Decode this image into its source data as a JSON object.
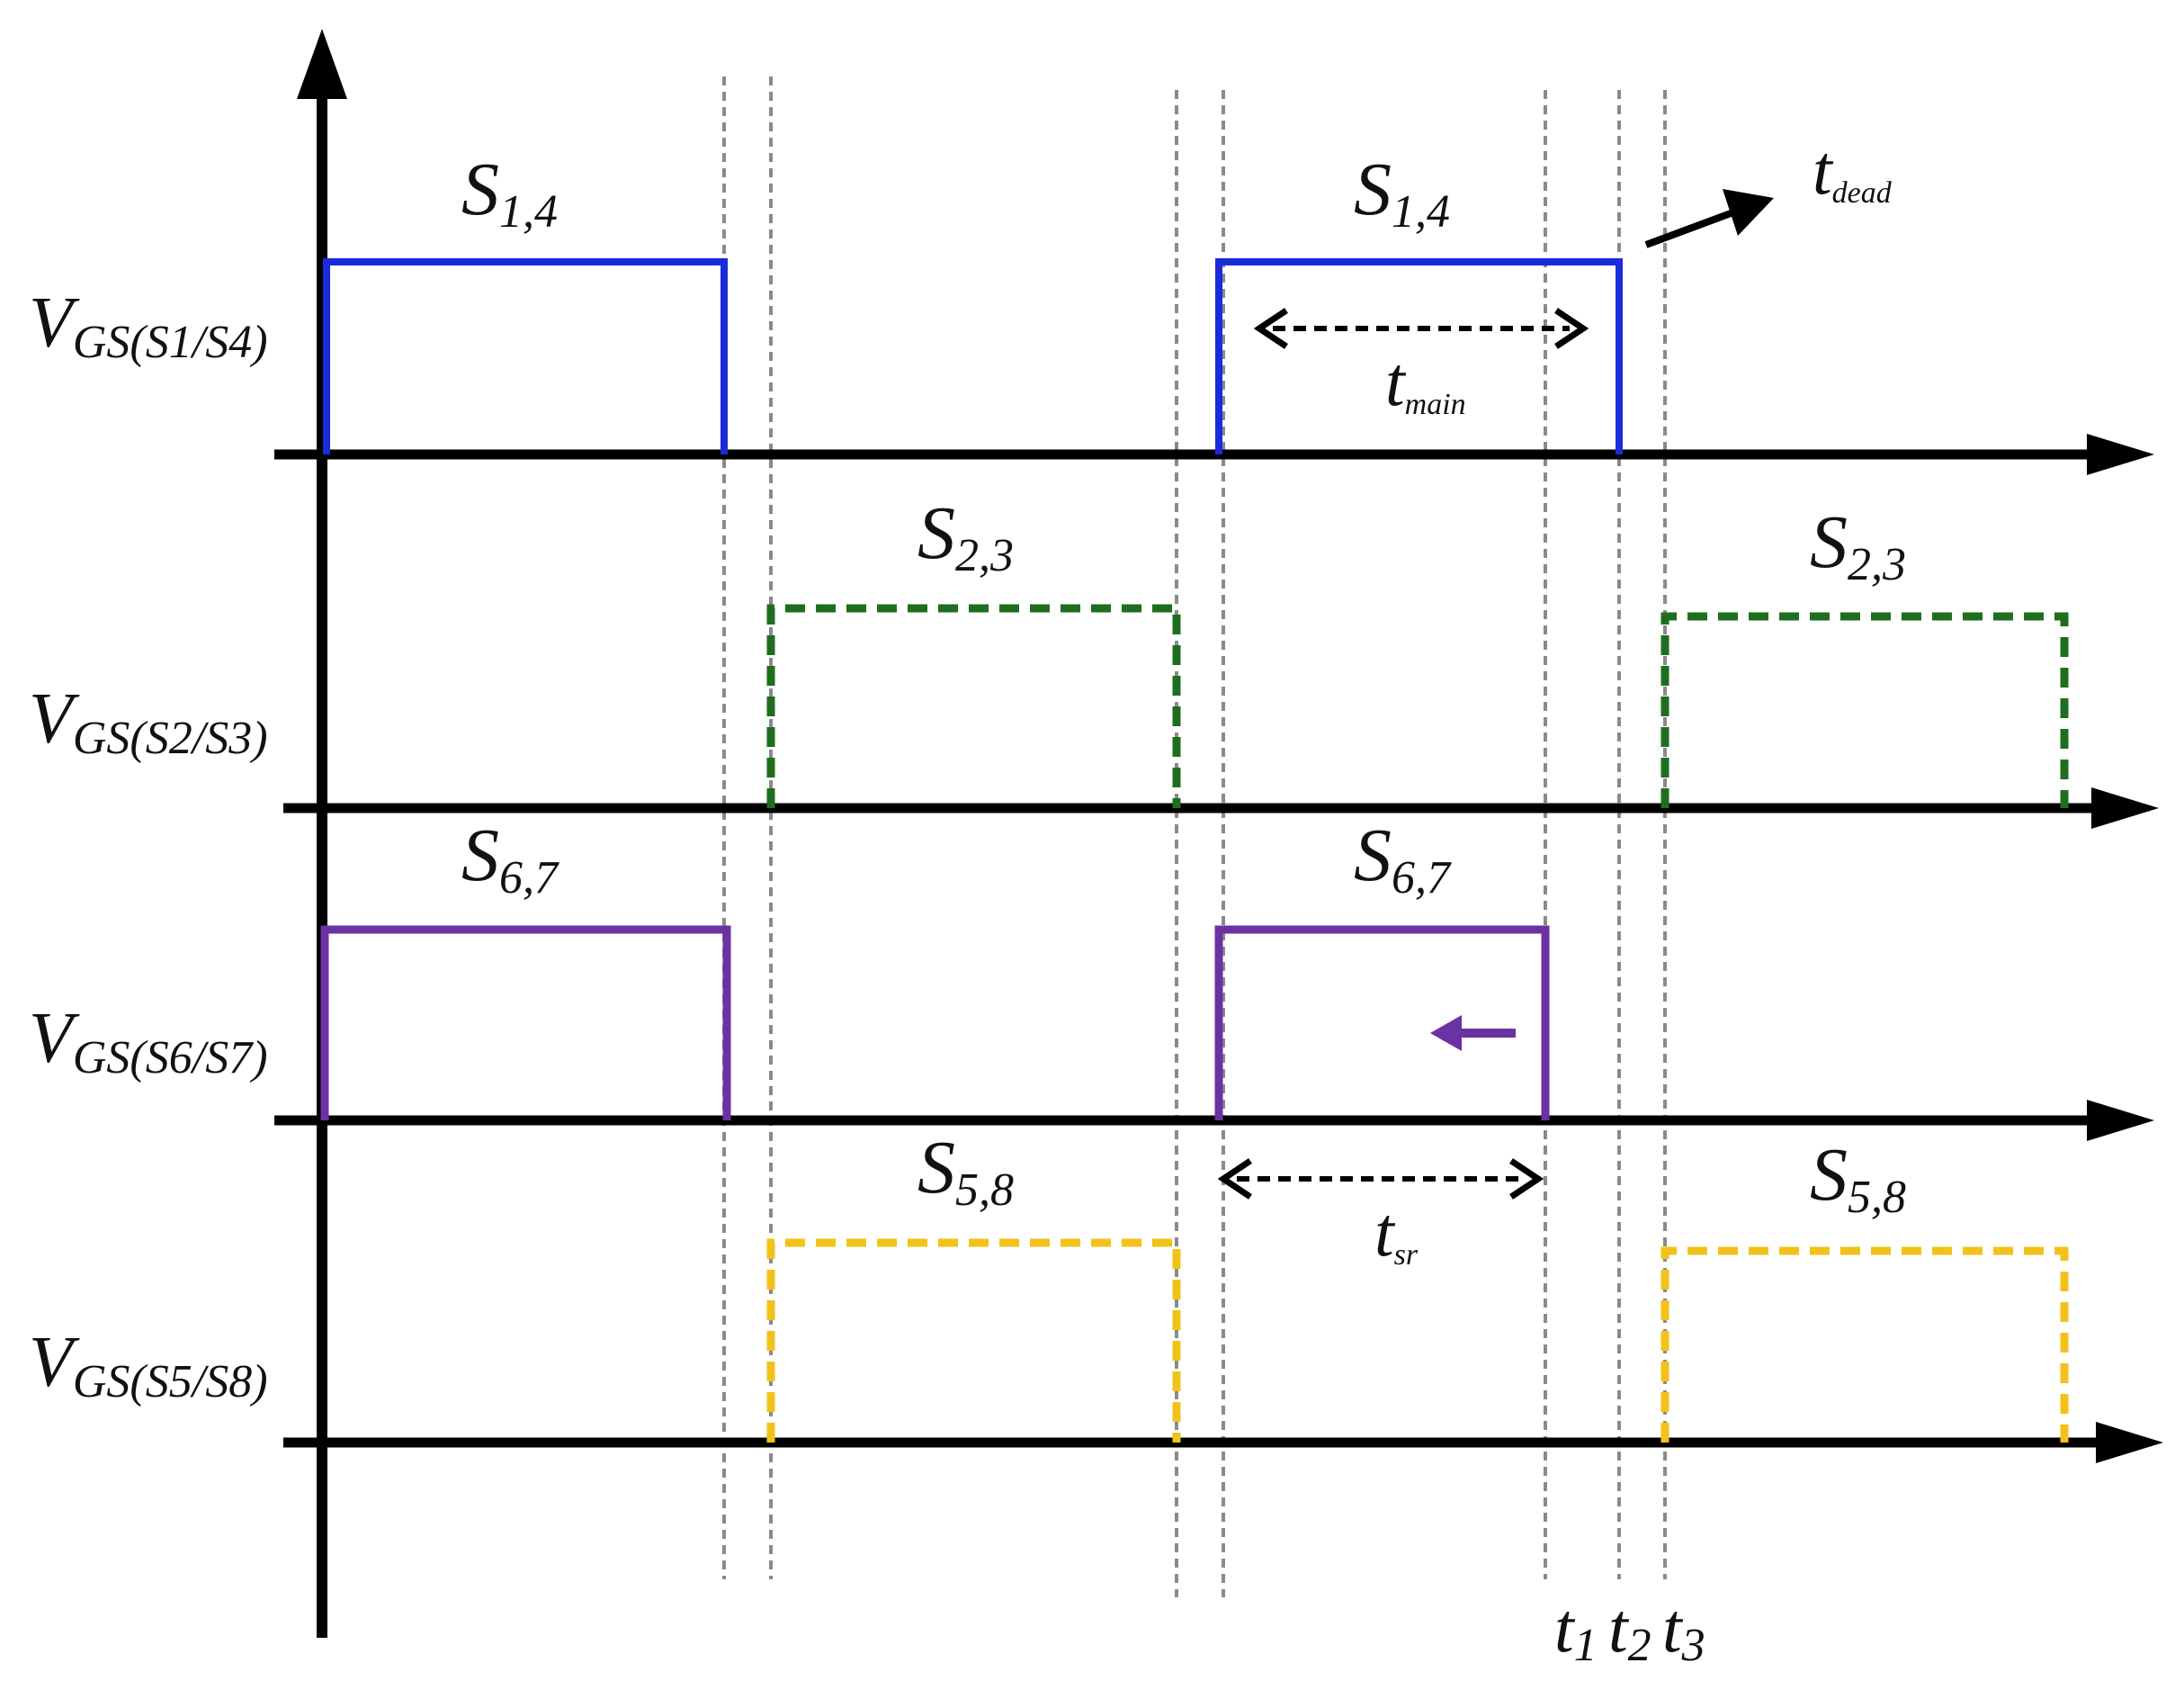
{
  "colors": {
    "axis": "#000000",
    "s14": "#1a2bd9",
    "s23": "#1f6e1f",
    "s67": "#6a32a3",
    "s58": "#f2c21a",
    "guide": "#8a8a8a"
  },
  "rows": [
    {
      "v_main": "V",
      "v_sub": "GS(S1/S4)"
    },
    {
      "v_main": "V",
      "v_sub": "GS(S2/S3)"
    },
    {
      "v_main": "V",
      "v_sub": "GS(S6/S7)"
    },
    {
      "v_main": "V",
      "v_sub": "GS(S5/S8)"
    }
  ],
  "pulses": {
    "s14_a": {
      "main": "S",
      "sub": "1,4"
    },
    "s14_b": {
      "main": "S",
      "sub": "1,4"
    },
    "s23_a": {
      "main": "S",
      "sub": "2,3"
    },
    "s23_b": {
      "main": "S",
      "sub": "2,3"
    },
    "s67_a": {
      "main": "S",
      "sub": "6,7"
    },
    "s67_b": {
      "main": "S",
      "sub": "6,7"
    },
    "s58_a": {
      "main": "S",
      "sub": "5,8"
    },
    "s58_b": {
      "main": "S",
      "sub": "5,8"
    }
  },
  "intervals": {
    "dead": {
      "main": "t",
      "sub": "dead"
    },
    "main": {
      "main": "t",
      "sub": "main"
    },
    "sr": {
      "main": "t",
      "sub": "sr"
    }
  },
  "time_marks": [
    {
      "main": "t",
      "sub": "1"
    },
    {
      "main": "t",
      "sub": "2"
    },
    {
      "main": "t",
      "sub": "3"
    }
  ]
}
